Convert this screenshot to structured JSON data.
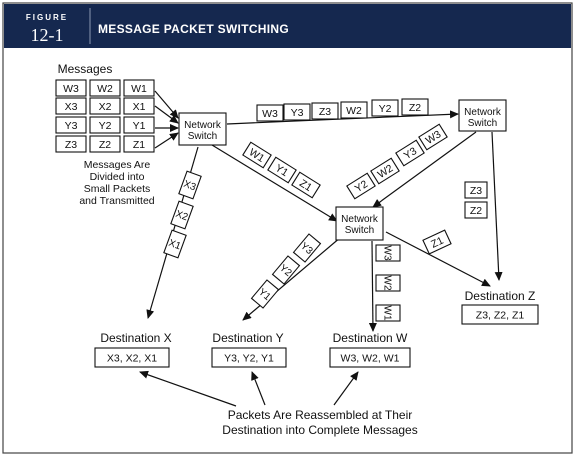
{
  "figure": {
    "label": "FIGURE",
    "number": "12-1",
    "title": "MESSAGE PACKET SWITCHING"
  },
  "messages_label": "Messages",
  "message_grid": [
    [
      "W3",
      "W2",
      "W1"
    ],
    [
      "X3",
      "X2",
      "X1"
    ],
    [
      "Y3",
      "Y2",
      "Y1"
    ],
    [
      "Z3",
      "Z2",
      "Z1"
    ]
  ],
  "note_lines": [
    "Messages Are",
    "Divided into",
    "Small Packets",
    "and Transmitted"
  ],
  "switches": {
    "a": [
      "Network",
      "Switch"
    ],
    "b": [
      "Network",
      "Switch"
    ],
    "c": [
      "Network",
      "Switch"
    ]
  },
  "packet_groups": {
    "top_row": [
      "W3",
      "Y3",
      "Z3",
      "W2",
      "Y2",
      "Z2"
    ],
    "a_to_c": [
      "W1",
      "Y1",
      "Z1"
    ],
    "a_to_x": [
      "X3",
      "X2",
      "X1"
    ],
    "b_to_c": [
      "Y2",
      "W2",
      "Y3",
      "W3"
    ],
    "b_to_z": [
      "Z3",
      "Z2"
    ],
    "c_to_y": [
      "Y1",
      "Y2",
      "Y3"
    ],
    "c_to_w": [
      "W3",
      "W2",
      "W1"
    ],
    "c_to_z": [
      "Z1"
    ]
  },
  "destinations": {
    "x": {
      "label": "Destination X",
      "value": "X3, X2, X1"
    },
    "y": {
      "label": "Destination Y",
      "value": "Y3, Y2, Y1"
    },
    "w": {
      "label": "Destination W",
      "value": "W3, W2, W1"
    },
    "z": {
      "label": "Destination Z",
      "value": "Z3, Z2, Z1"
    }
  },
  "footer_lines": [
    "Packets Are Reassembled at Their",
    "Destination into Complete Messages"
  ],
  "colors": {
    "header": "#15284f",
    "frame": "#444444",
    "ink": "#111111"
  }
}
